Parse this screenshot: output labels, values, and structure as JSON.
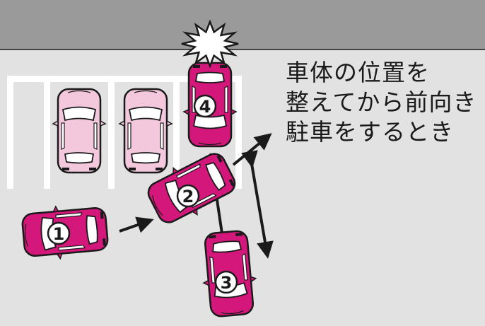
{
  "caption": {
    "lines": [
      "車体の位置を",
      "整えてから前向き",
      "駐車をするとき"
    ]
  },
  "colors": {
    "wall": "#9a9a9a",
    "lot": "#e2e2e2",
    "line": "#ffffff",
    "car_active": "#d4177a",
    "car_parked": "#f3c8dc",
    "outline": "#1a1a1a",
    "impact": "#ffffff"
  },
  "icons": {
    "impact": "collision-burst-icon",
    "arrow": "movement-arrow-icon"
  },
  "steps": [
    {
      "label": "1"
    },
    {
      "label": "2"
    },
    {
      "label": "3"
    },
    {
      "label": "4"
    }
  ]
}
